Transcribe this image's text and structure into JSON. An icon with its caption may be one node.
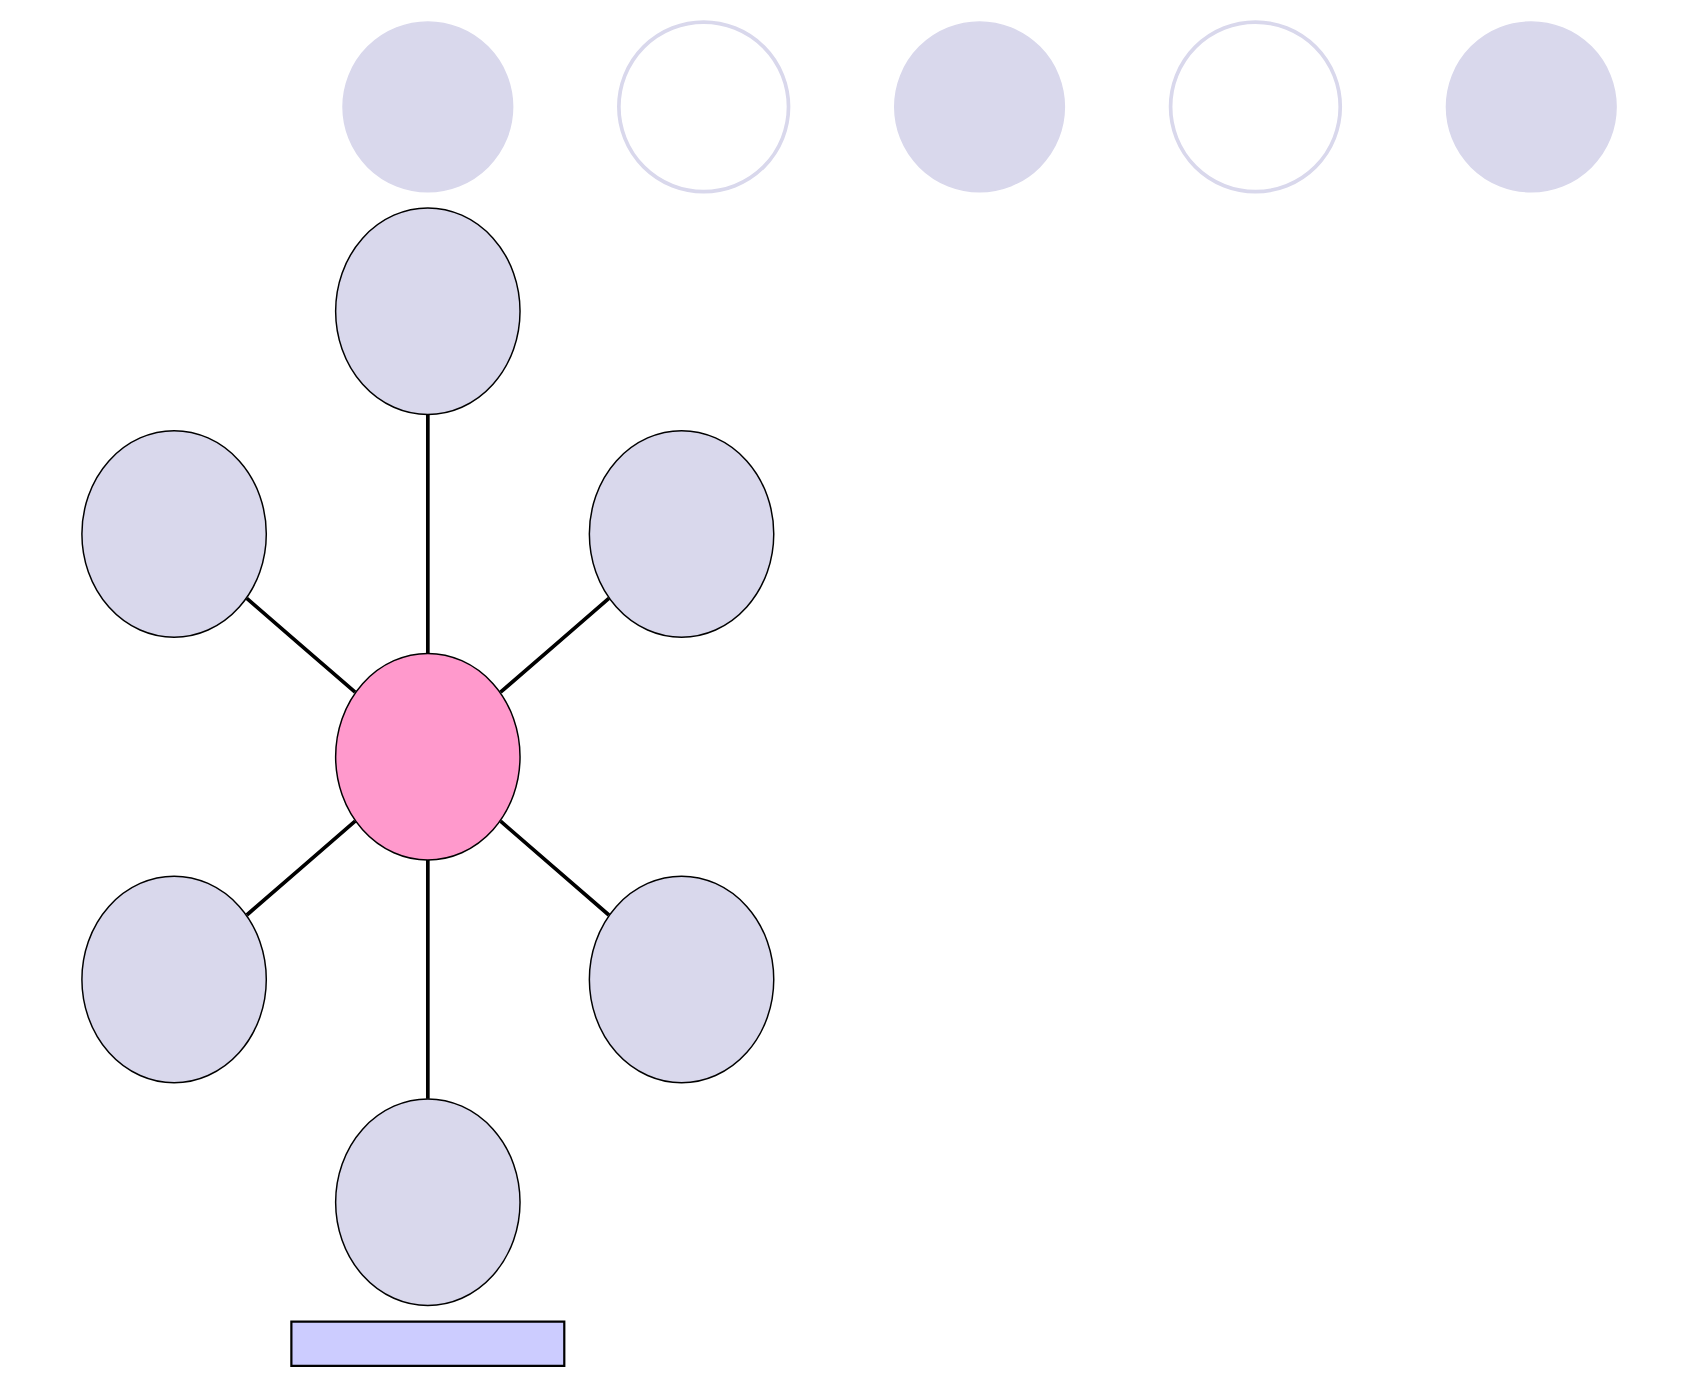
{
  "diagram": {
    "nodes": [
      {
        "text": [],
        "shape": "circle"
      },
      {
        "text": [],
        "shape": "circle"
      },
      {
        "text": [],
        "shape": "circle"
      },
      {
        "text": [],
        "shape": "circle"
      },
      {
        "text": [],
        "shape": "circle"
      },
      {
        "text": [],
        "shape": "ellipse"
      },
      {
        "text": [],
        "shape": "ellipse"
      },
      {
        "text": [],
        "shape": "ellipse"
      },
      {
        "text": [],
        "shape": "ellipse"
      },
      {
        "text": [],
        "shape": "ellipse"
      },
      {
        "text": [],
        "shape": "ellipse"
      },
      {
        "text": [],
        "shape": "ellipse"
      },
      {
        "text": [],
        "shape": "box"
      }
    ],
    "edges": [
      {
        "from": 6,
        "to": 8,
        "arrow": "none"
      },
      {
        "from": 5,
        "to": 8,
        "arrow": "none"
      },
      {
        "from": 7,
        "to": 8,
        "arrow": "none"
      },
      {
        "from": 8,
        "to": 9,
        "arrow": "none"
      },
      {
        "from": 8,
        "to": 11,
        "arrow": "none"
      },
      {
        "from": 8,
        "to": 10,
        "arrow": "none"
      }
    ]
  }
}
